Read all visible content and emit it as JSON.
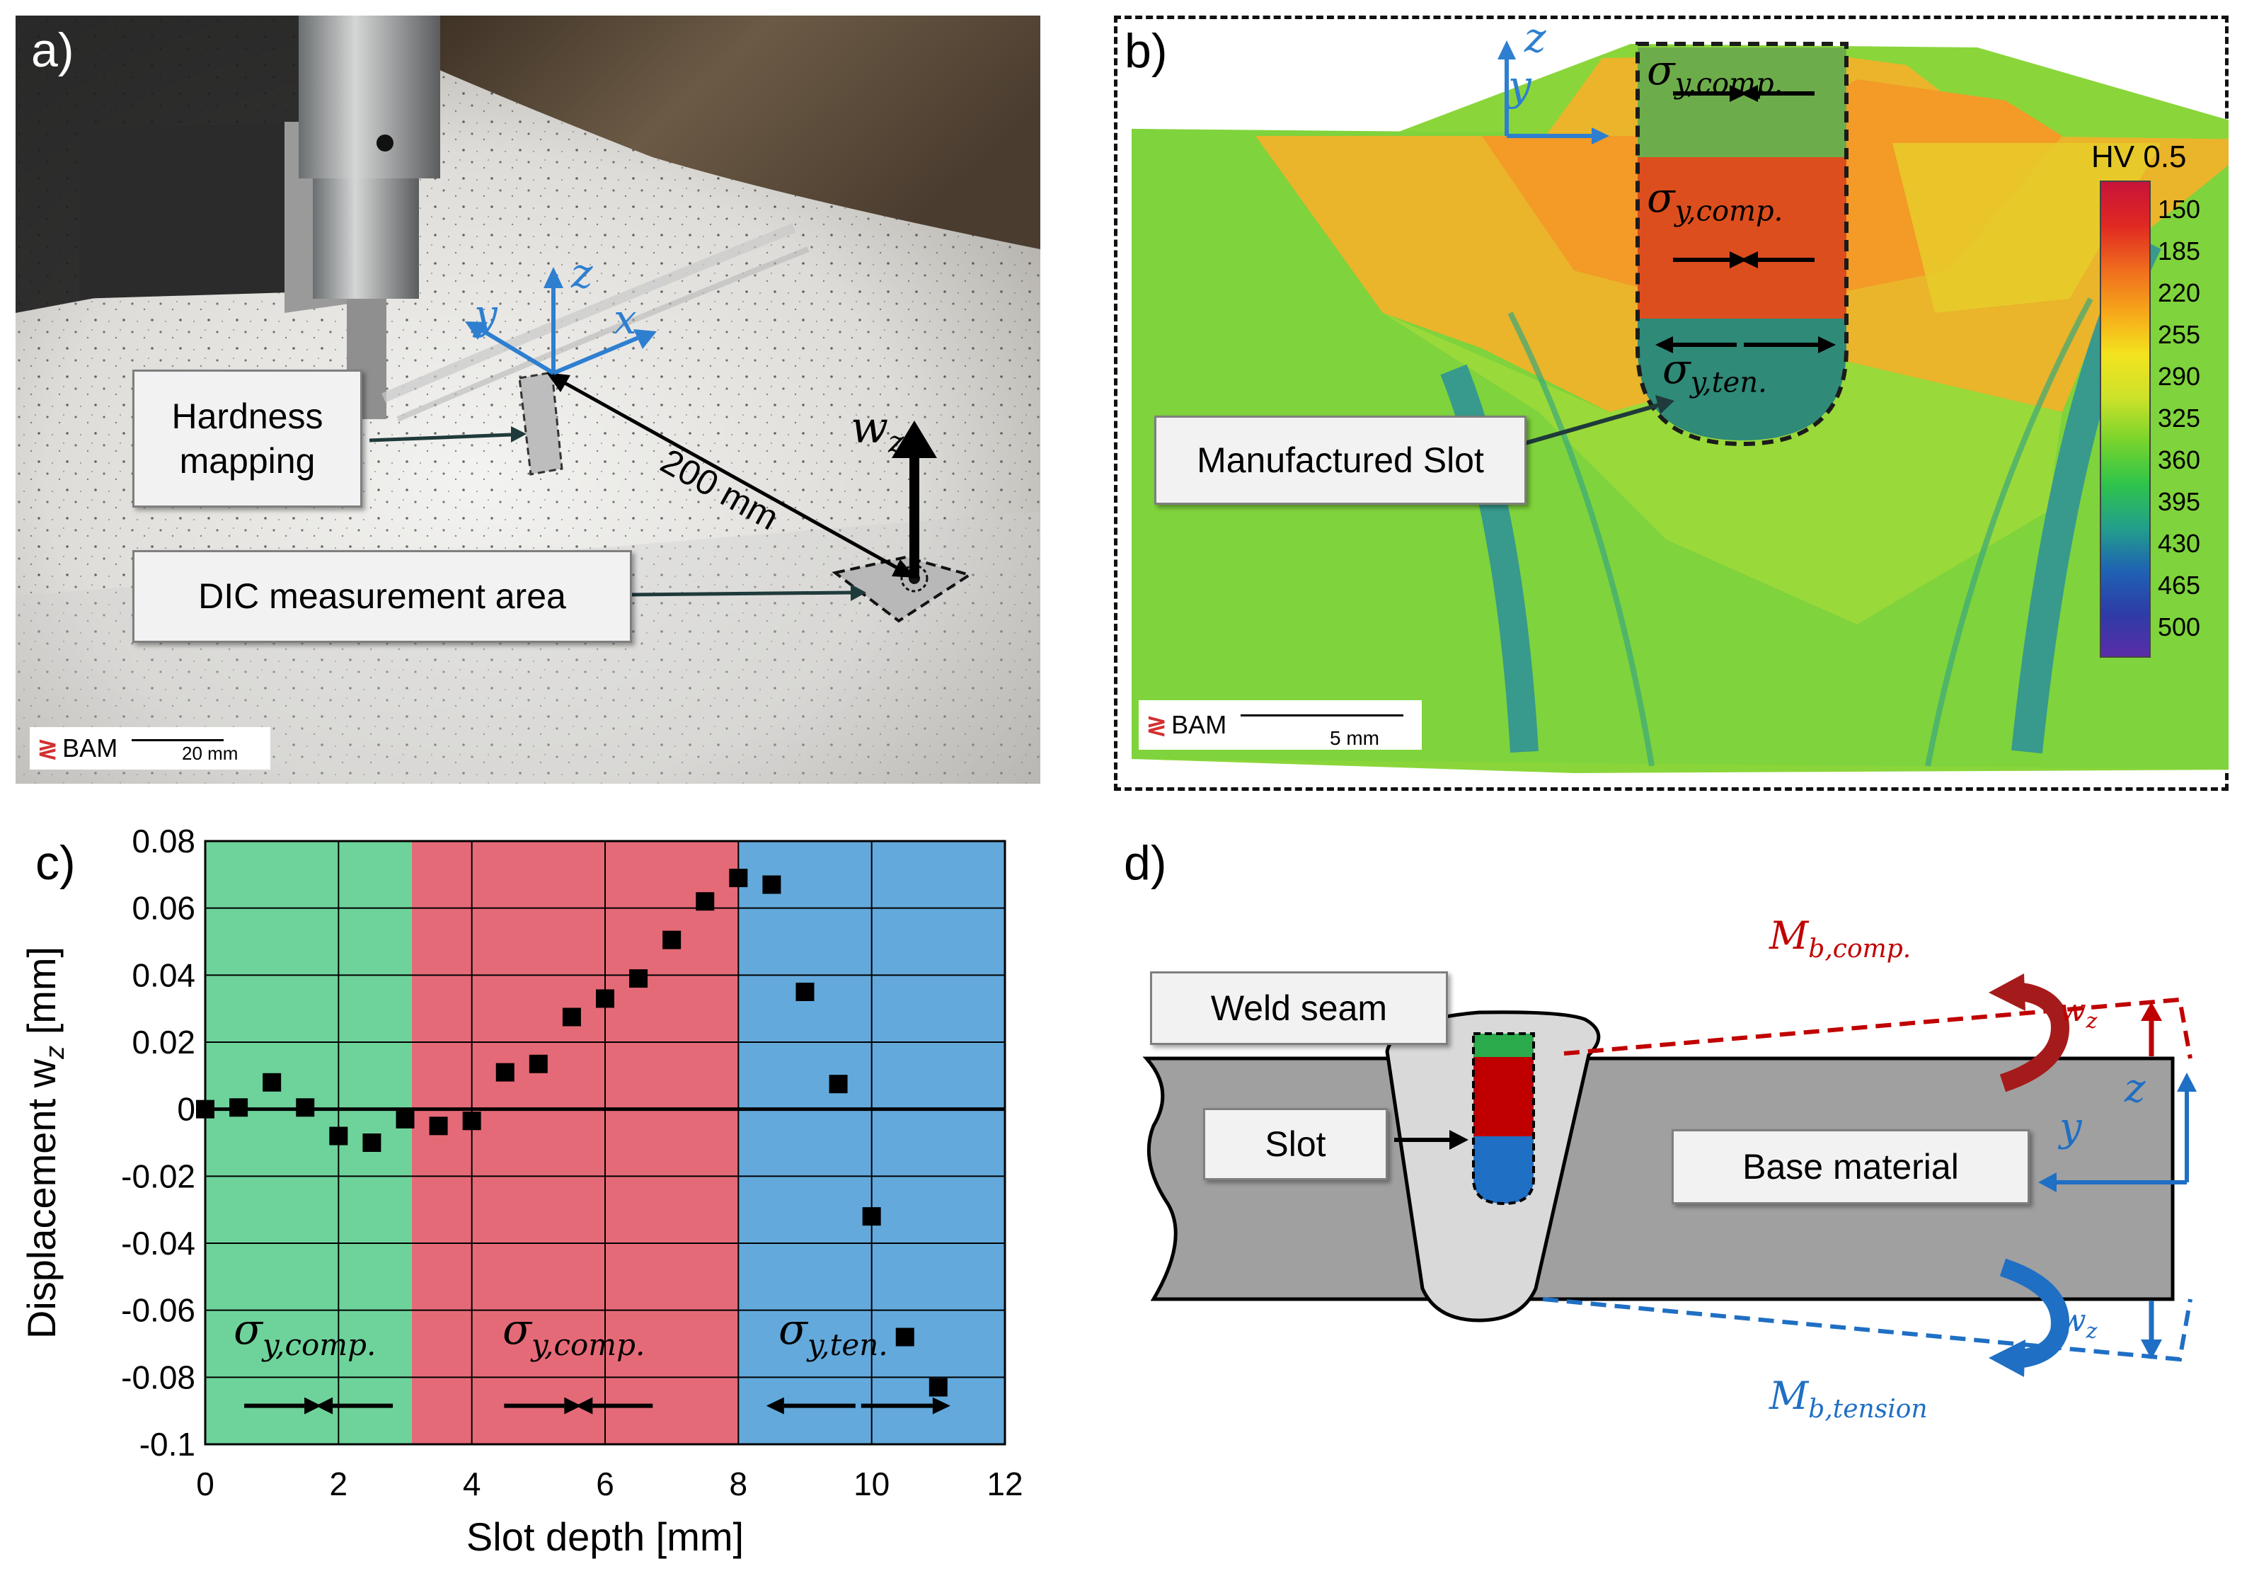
{
  "panels": {
    "a": {
      "label": "a)",
      "hardness_box": "Hardness mapping",
      "dic_box": "DIC measurement area",
      "distance": "200 mm",
      "axis_x": "x",
      "axis_y": "y",
      "axis_z": "z",
      "wz_base": "w",
      "wz_sub": "z",
      "bam": "BAM",
      "scale": "20 mm"
    },
    "b": {
      "label": "b)",
      "axis_y": "y",
      "axis_z": "z",
      "colorbar_title": "HV 0.5",
      "colorbar_ticks": [
        "150",
        "185",
        "220",
        "255",
        "290",
        "325",
        "360",
        "395",
        "430",
        "465",
        "500"
      ],
      "colorbar_colors": [
        "#5a2da8",
        "#2d3ca8",
        "#1f63b3",
        "#23a08a",
        "#2fc44a",
        "#78d42c",
        "#cde22a",
        "#f3e31e",
        "#f6a61a",
        "#ef6a1e",
        "#e02822",
        "#c8143a"
      ],
      "sigma_comp_1": "σ",
      "sigma_sub_comp": "y,comp.",
      "sigma_sub_ten": "y,ten.",
      "slot_box": "Manufactured Slot",
      "bam": "BAM",
      "scale": "5 mm"
    },
    "c": {
      "label": "c)",
      "region_labels": [
        {
          "base": "σ",
          "sub": "y,comp."
        },
        {
          "base": "σ",
          "sub": "y,comp."
        },
        {
          "base": "σ",
          "sub": "y,ten."
        }
      ],
      "region_colors": [
        "#6ed39b",
        "#e56a77",
        "#63a9dc"
      ]
    },
    "d": {
      "label": "d)",
      "weld_box": "Weld seam",
      "slot_box": "Slot",
      "base_box": "Base material",
      "moment_comp_base": "M",
      "moment_comp_sub": "b,comp.",
      "moment_ten_base": "M",
      "moment_ten_sub": "b,tension",
      "wz_base": "w",
      "wz_sub": "z",
      "axis_y": "y",
      "axis_z": "z"
    }
  },
  "chart_data": {
    "type": "scatter",
    "xlabel": "Slot depth [mm]",
    "ylabel_base": "Displacement w",
    "ylabel_sub": "z",
    "ylabel_unit": " [mm]",
    "xlim": [
      0,
      12
    ],
    "ylim": [
      -0.1,
      0.08
    ],
    "xticks": [
      0,
      2,
      4,
      6,
      8,
      10,
      12
    ],
    "yticks": [
      -0.1,
      -0.08,
      -0.06,
      -0.04,
      -0.02,
      0,
      0.02,
      0.04,
      0.06,
      0.08
    ],
    "ytick_labels": [
      "-0.1",
      "-0.08",
      "-0.06",
      "-0.04",
      "-0.02",
      "0",
      "0.02",
      "0.04",
      "0.06",
      "0.08"
    ],
    "grid": true,
    "regions": [
      {
        "from": 0,
        "to": 3.1,
        "color": "#6ed39b"
      },
      {
        "from": 3.1,
        "to": 8.0,
        "color": "#e56a77"
      },
      {
        "from": 8.0,
        "to": 12,
        "color": "#63a9dc"
      }
    ],
    "points": {
      "x": [
        0,
        0.5,
        1.0,
        1.5,
        2.0,
        2.5,
        3.0,
        3.5,
        4.0,
        4.5,
        5.0,
        5.5,
        6.0,
        6.5,
        7.0,
        7.5,
        8.0,
        8.5,
        9.0,
        9.5,
        10.0,
        10.5,
        11.0
      ],
      "y": [
        0,
        0.0005,
        0.008,
        0.0005,
        -0.008,
        -0.01,
        -0.003,
        -0.005,
        -0.0035,
        0.011,
        0.0135,
        0.0275,
        0.033,
        0.039,
        0.0505,
        0.062,
        0.069,
        0.067,
        0.035,
        0.0075,
        -0.032,
        -0.068,
        -0.083
      ]
    }
  }
}
